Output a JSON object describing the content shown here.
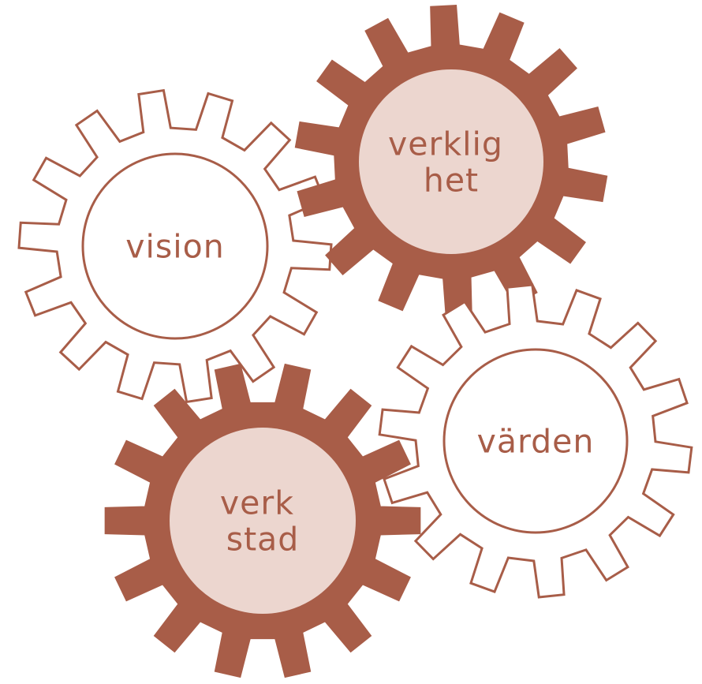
{
  "colors": {
    "brown": "#A85D48",
    "pale": "#ECD6CF",
    "white": "#FFFFFF"
  },
  "gears": [
    {
      "id": "vision",
      "style": "outline",
      "lines": [
        "vision"
      ]
    },
    {
      "id": "verklighet",
      "style": "filled",
      "lines": [
        "verklig",
        "het"
      ]
    },
    {
      "id": "varden",
      "style": "outline",
      "lines": [
        "värden"
      ]
    },
    {
      "id": "verkstad",
      "style": "filled",
      "lines": [
        "verk",
        "stad"
      ]
    }
  ]
}
